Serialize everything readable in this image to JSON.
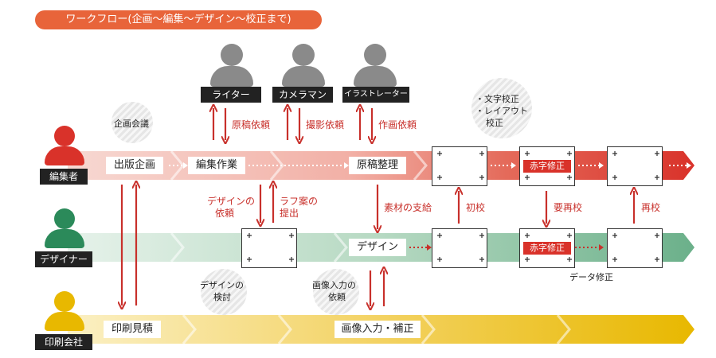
{
  "title": "ワークフロー(企画〜編集〜デザイン〜校正まで)",
  "roles": {
    "editor": "編集者",
    "designer": "デザイナー",
    "printer": "印刷会社",
    "writer": "ライター",
    "camera": "カメラマン",
    "illustrator": "イラストレーター"
  },
  "editor_lane": {
    "stage1": "出版企画",
    "stage2": "編集作業",
    "stage3": "原稿整理",
    "redfix1": "赤字修正"
  },
  "designer_lane": {
    "design": "デザイン",
    "redfix2": "赤字修正",
    "data_fix": "データ修正"
  },
  "printer_lane": {
    "estimate": "印刷見積",
    "image_input": "画像入力・補正"
  },
  "bubbles": {
    "planning_meeting": "企画会議",
    "proof_line1": "・文字校正",
    "proof_line2": "・レイアウト",
    "proof_line3": "校正",
    "design_review_l1": "デザインの",
    "design_review_l2": "検討",
    "image_req_l1": "画像入力の",
    "image_req_l2": "依頼"
  },
  "requests": {
    "manuscript": "原稿依頼",
    "photo": "撮影依頼",
    "illustration": "作画依頼",
    "design_req_l1": "デザインの",
    "design_req_l2": "依頼",
    "rough_l1": "ラフ案の",
    "rough_l2": "提出",
    "material": "素材の支給",
    "first_proof": "初校",
    "second_req": "要再校",
    "second_proof": "再校"
  },
  "colors": {
    "accent": "#e8643a",
    "editor_red": "#d9322a",
    "designer_green": "#6bb08a",
    "printer_yellow": "#e8b800",
    "gray": "#8a8a8a"
  }
}
